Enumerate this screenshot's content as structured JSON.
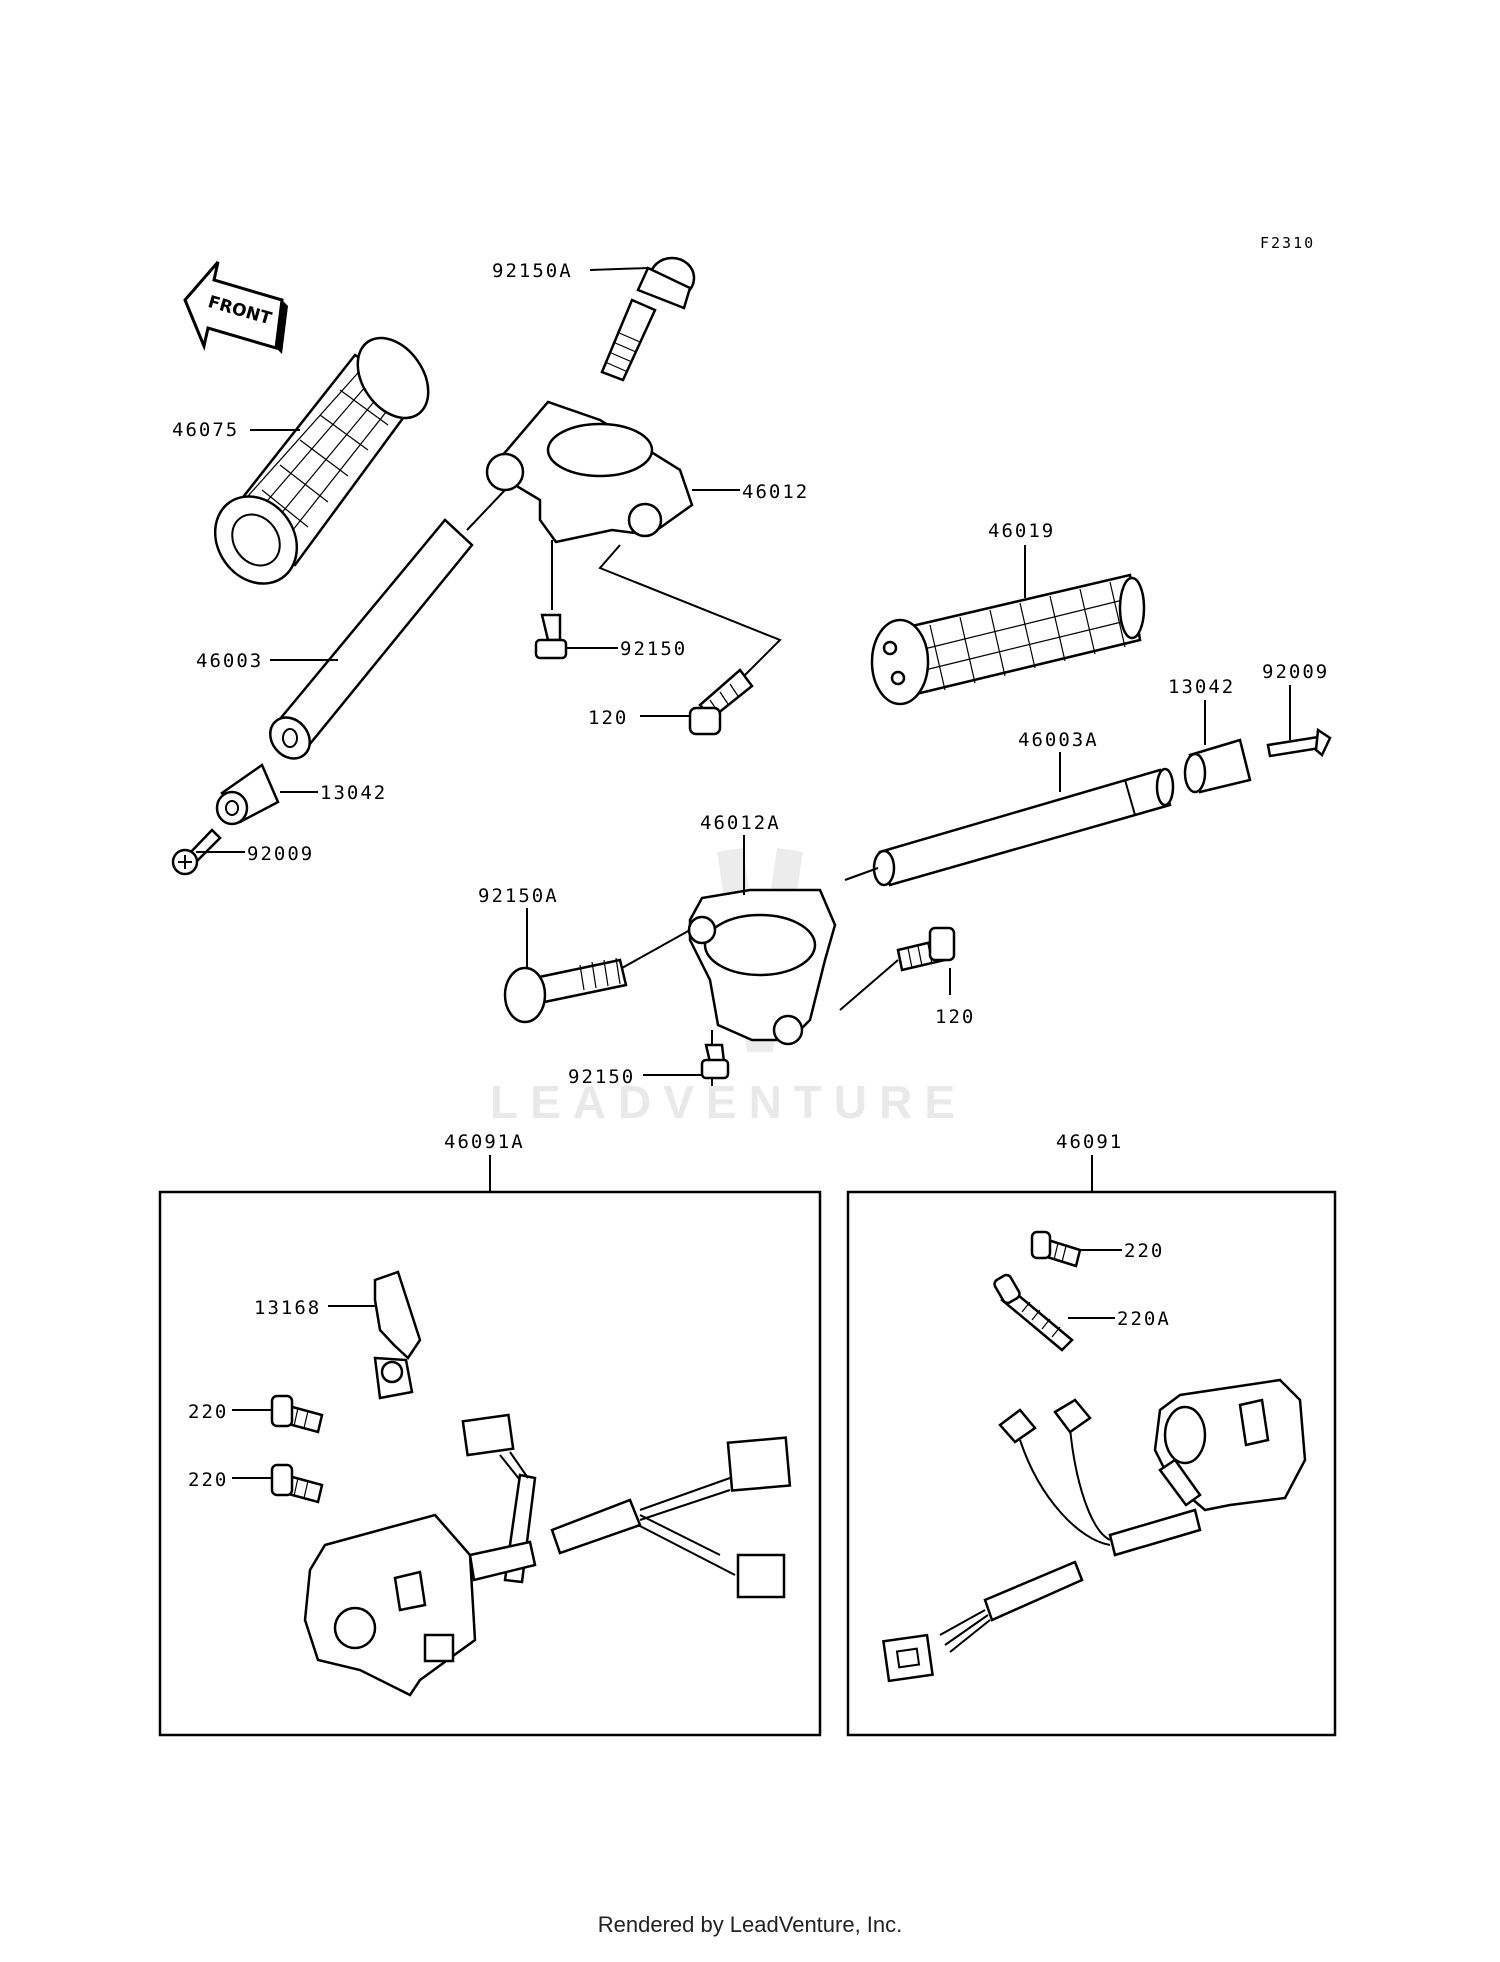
{
  "diagram_code": "F2310",
  "front_label": "FRONT",
  "watermark": "LEADVENTURE",
  "footer": "Rendered by LeadVenture, Inc.",
  "callouts": {
    "c_92150A_top": "92150A",
    "c_46075": "46075",
    "c_46012": "46012",
    "c_46003": "46003",
    "c_92150_top": "92150",
    "c_120_top": "120",
    "c_13042_left": "13042",
    "c_92009_left": "92009",
    "c_46019": "46019",
    "c_13042_right": "13042",
    "c_92009_right": "92009",
    "c_46003A": "46003A",
    "c_46012A": "46012A",
    "c_92150A_bottom": "92150A",
    "c_120_bottom": "120",
    "c_92150_bottom": "92150",
    "c_46091A": "46091A",
    "c_46091": "46091",
    "c_13168": "13168",
    "c_220_a": "220",
    "c_220_b": "220",
    "c_220_right": "220",
    "c_220A": "220A"
  }
}
